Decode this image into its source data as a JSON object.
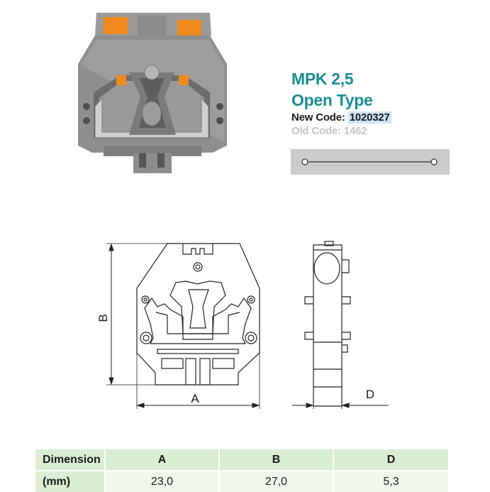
{
  "product": {
    "name": "MPK 2,5",
    "type": "Open Type",
    "new_code_label": "New Code:",
    "new_code_value": "1020327",
    "old_code_label": "Old Code:",
    "old_code_value": "1462"
  },
  "drawing": {
    "label_a": "A",
    "label_b": "B",
    "label_d": "D"
  },
  "table": {
    "header_label": "Dimension",
    "unit_label": "(mm)",
    "columns": [
      "A",
      "B",
      "D"
    ],
    "values": [
      "23,0",
      "27,0",
      "5,3"
    ]
  },
  "colors": {
    "title": "#1a8e95",
    "table_header": "#d9eed2",
    "table_row": "#eef7ea",
    "body_grey": "#8a8a8a",
    "latch_orange": "#f08a1c"
  }
}
